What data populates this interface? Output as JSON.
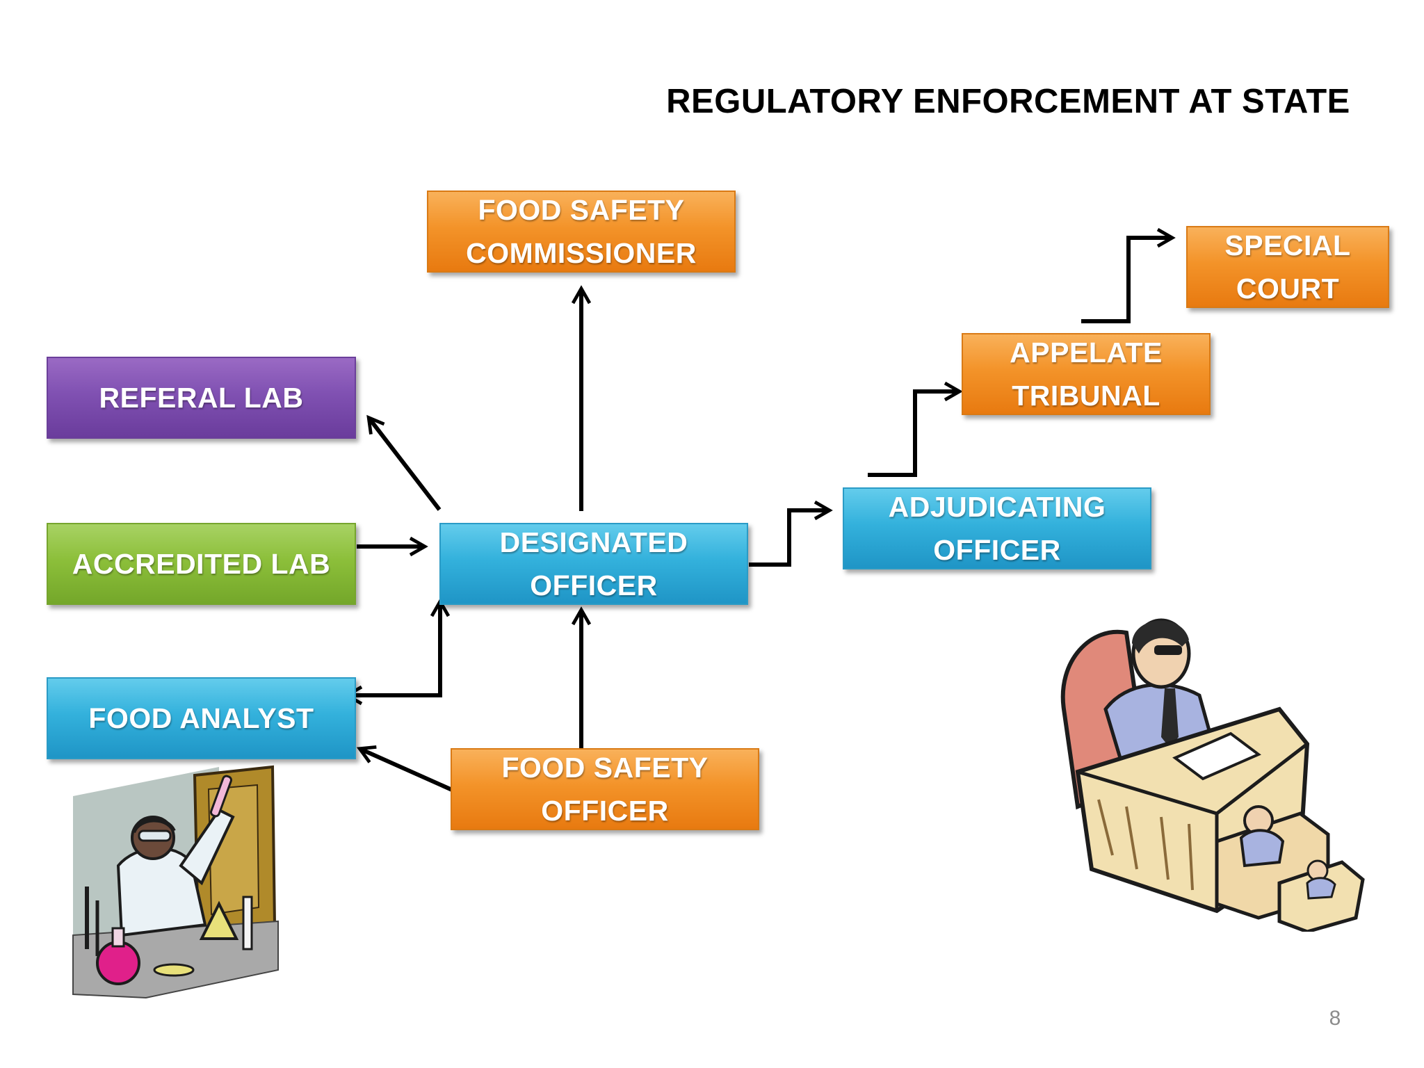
{
  "title": "REGULATORY ENFORCEMENT AT STATE",
  "page_number": "8",
  "nodes": {
    "food_safety_commissioner": {
      "line1": "FOOD SAFETY",
      "line2": "COMMISSIONER",
      "color": "#f39329"
    },
    "special_court": {
      "line1": "SPECIAL",
      "line2": "COURT",
      "color": "#f39329"
    },
    "appelate_tribunal": {
      "line1": "APPELATE",
      "line2": "TRIBUNAL",
      "color": "#f39329"
    },
    "referal_lab": {
      "label": "REFERAL LAB",
      "color": "#8051b2"
    },
    "accredited_lab": {
      "label": "ACCREDITED LAB",
      "color": "#8cbf3a"
    },
    "designated_officer": {
      "line1": "DESIGNATED",
      "line2": "OFFICER",
      "color": "#33b1dc"
    },
    "adjudicating_officer": {
      "line1": "ADJUDICATING",
      "line2": "OFFICER",
      "color": "#33b1dc"
    },
    "food_analyst": {
      "label": "FOOD ANALYST",
      "color": "#33b1dc"
    },
    "food_safety_officer": {
      "line1": "FOOD SAFETY",
      "line2": "OFFICER",
      "color": "#f39329"
    }
  },
  "illustrations": {
    "left": "lab-scientist-icon",
    "right": "judge-desk-icon"
  }
}
